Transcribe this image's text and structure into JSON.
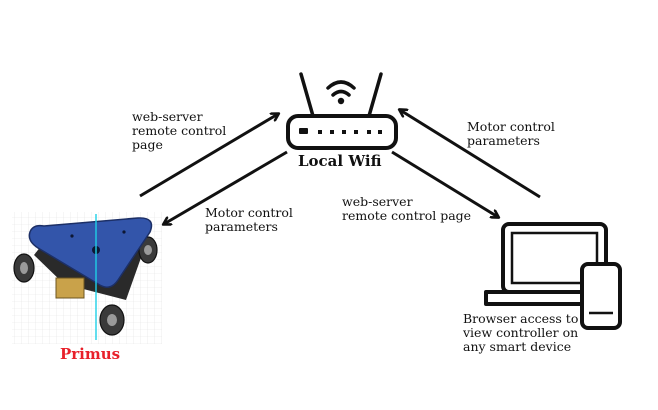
{
  "nodes": {
    "router": {
      "label": "Local Wifi"
    },
    "robot": {
      "label": "Primus"
    },
    "device": {
      "label": "Browser access to\nview controller on\nany smart device"
    }
  },
  "edges": {
    "robot_to_router": {
      "label": "web-server\nremote control\npage"
    },
    "router_to_robot": {
      "label": "Motor control\nparameters"
    },
    "router_to_device": {
      "label": "web-server\nremote control page"
    },
    "device_to_router": {
      "label": "Motor control\nparameters"
    }
  },
  "colors": {
    "robot_label": "#e8202a",
    "robot_plate": "#3355aa",
    "arrow": "#111111"
  }
}
